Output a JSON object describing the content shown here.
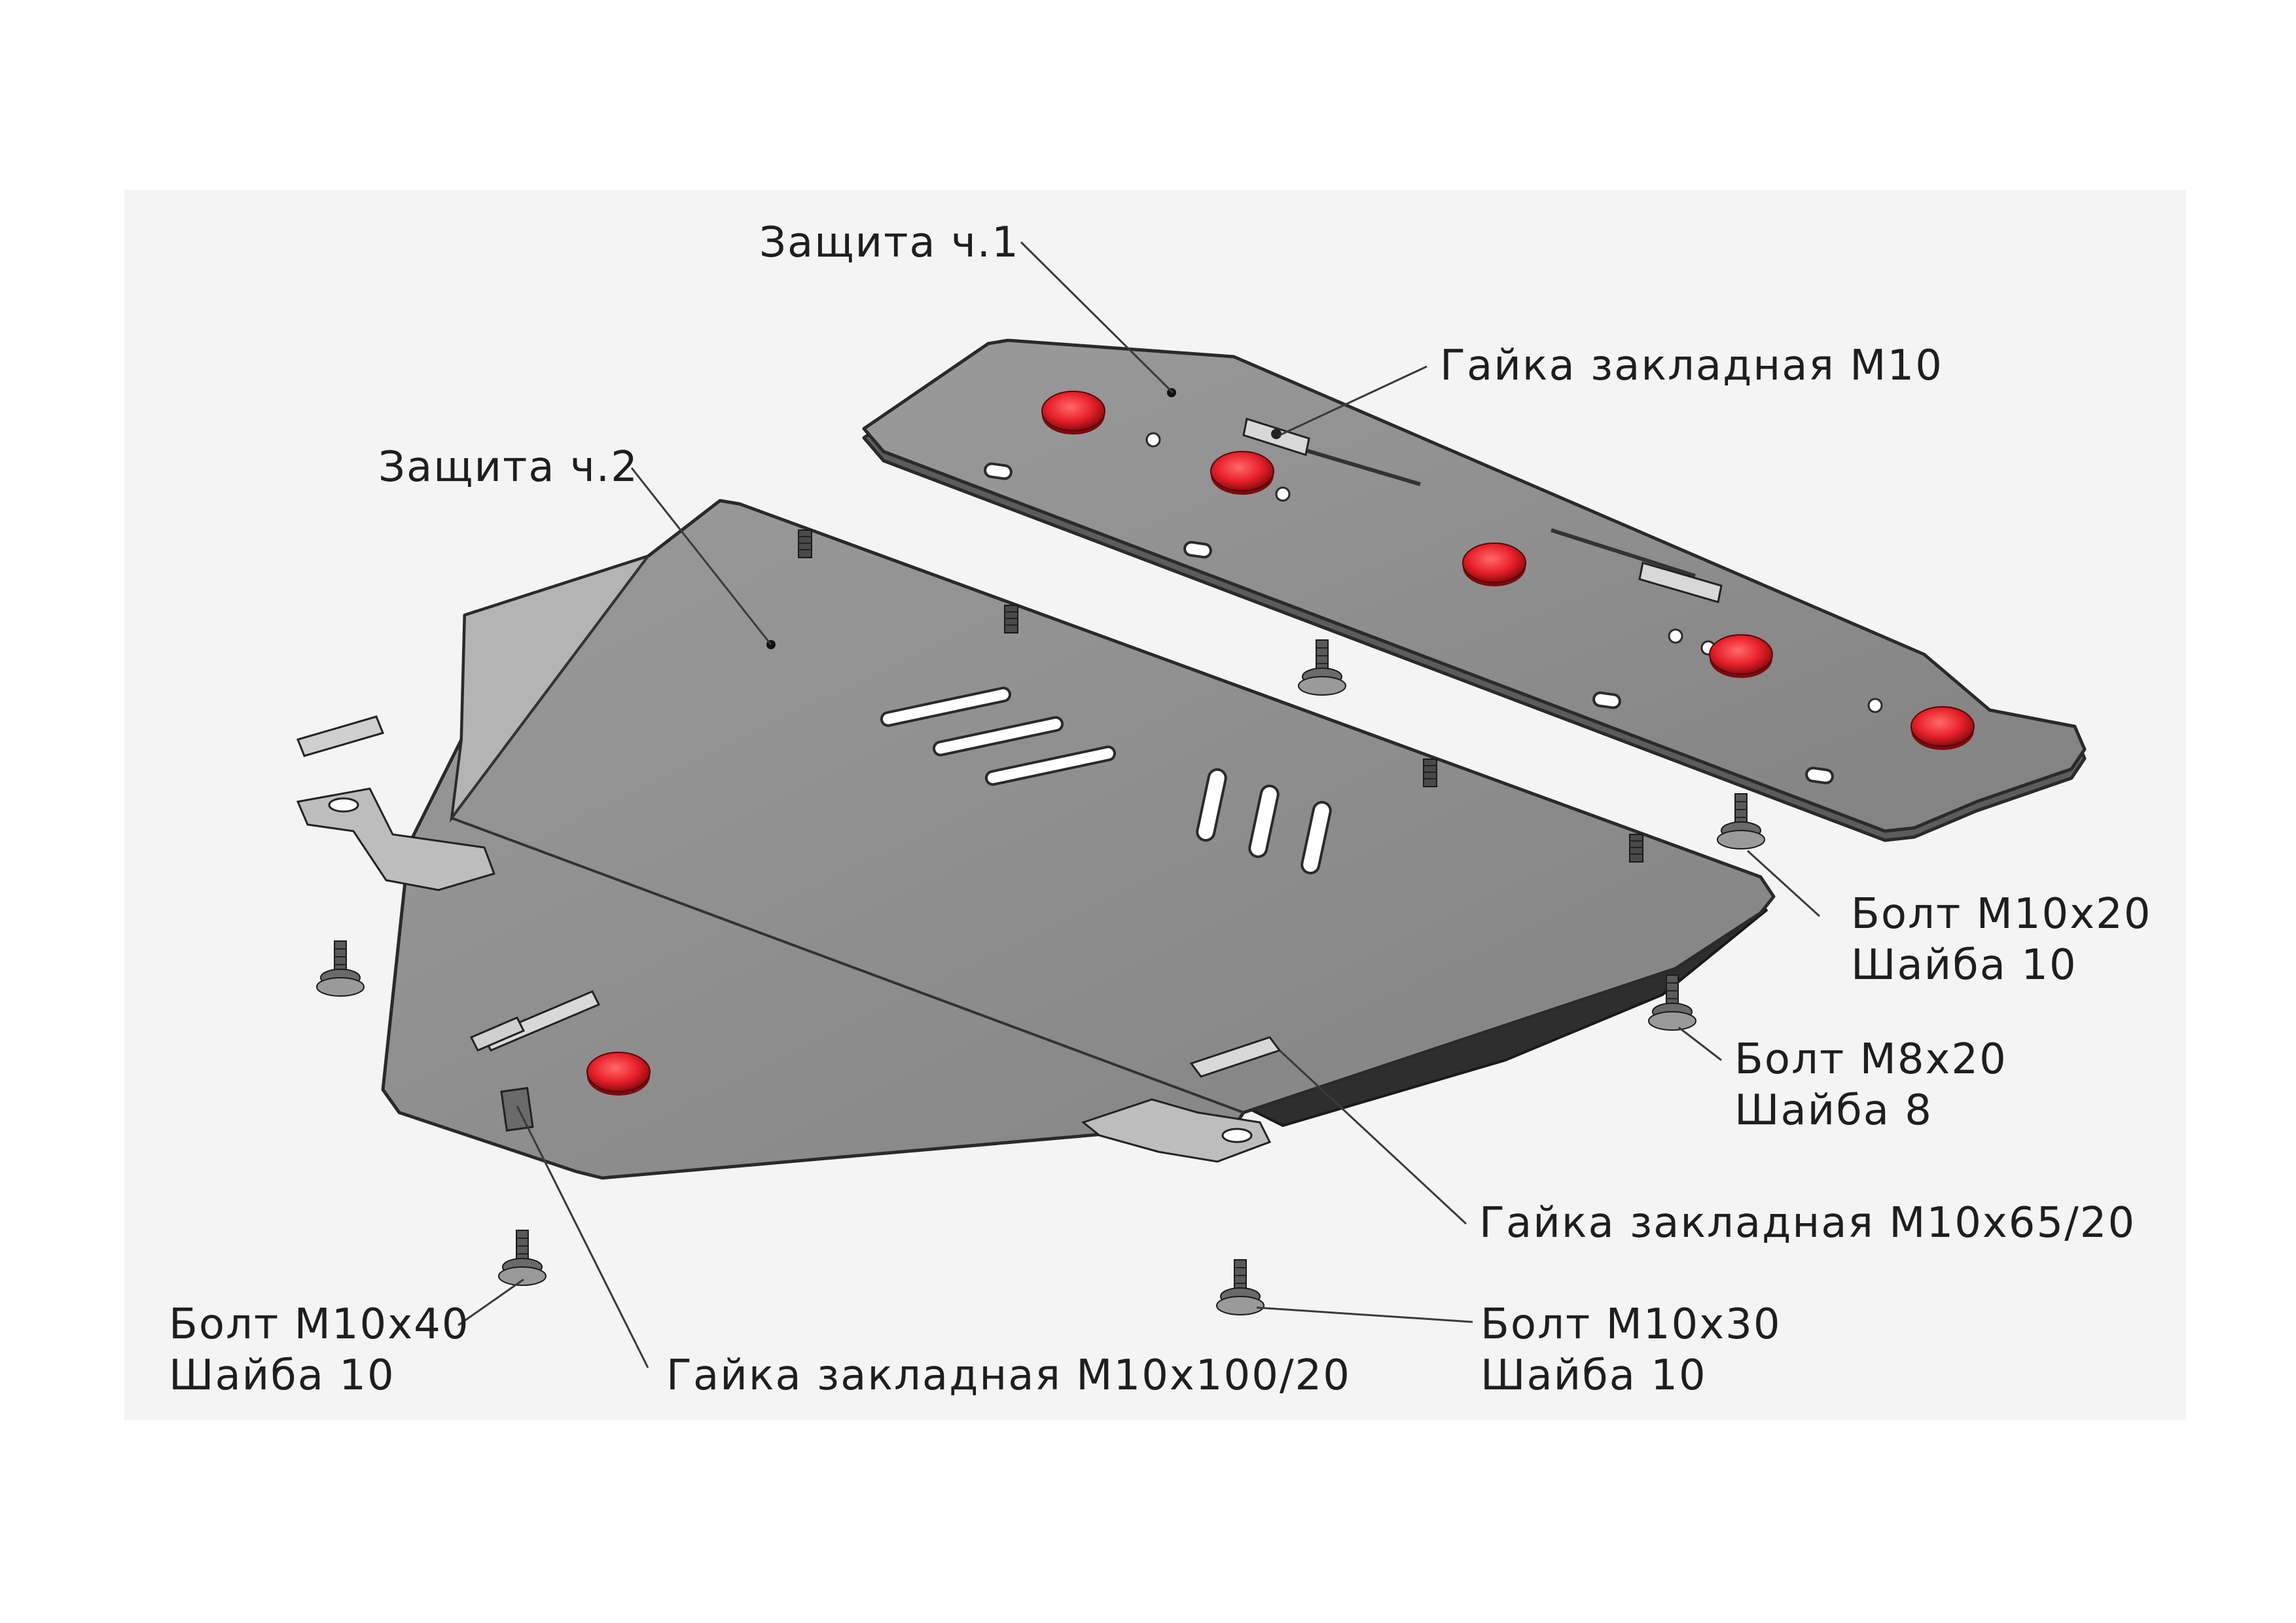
{
  "labels": {
    "shield_part_1": "Защита ч.1",
    "shield_part_2": "Защита ч.2",
    "embedded_nut_m10": "Гайка закладная М10",
    "bolt_m10x20": "Болт М10х20",
    "washer_10_a": "Шайба 10",
    "bolt_m8x20": "Болт М8х20",
    "washer_8": "Шайба 8",
    "embedded_nut_m10x65": "Гайка закладная М10х65/20",
    "bolt_m10x30": "Болт М10х30",
    "washer_10_b": "Шайба 10",
    "bolt_m10x40": "Болт М10х40",
    "washer_10_c": "Шайба 10",
    "embedded_nut_m10x100": "Гайка закладная М10х100/20"
  },
  "colors": {
    "plate": "#8e8e8e",
    "plate_light": "#a9a9a9",
    "plate_dark": "#5a5a5a",
    "cap_red": "#e8202a",
    "cap_red_dark": "#9a0e14",
    "background_band": "#f2f2f2"
  },
  "icons": {
    "cap": "red-cap-icon",
    "bolt": "bolt-icon",
    "stud": "stud-icon",
    "bracket": "bracket-icon"
  }
}
